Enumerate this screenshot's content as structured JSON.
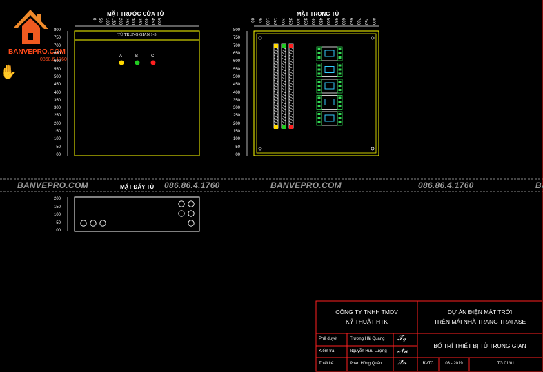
{
  "logo": {
    "brand": "BANVEPRO.COM",
    "phone": "0868.6.1760"
  },
  "views": {
    "front_title": "MẶT TRƯỚC CỬA TỦ",
    "inside_title": "MẶT TRONG TỦ",
    "bottom_title": "MẶT ĐÁY TỦ",
    "cabinet_label": "TỦ TRUNG GIAN 1-3",
    "phase_labels": [
      "A",
      "B",
      "C"
    ]
  },
  "rulers": {
    "vertical": [
      "800",
      "750",
      "700",
      "650",
      "600",
      "550",
      "500",
      "450",
      "400",
      "350",
      "300",
      "250",
      "200",
      "150",
      "100",
      "50",
      "00"
    ],
    "front_top": [
      "0",
      "50",
      "100",
      "150",
      "200",
      "250",
      "300",
      "350",
      "400",
      "450",
      "500"
    ],
    "inside_top": [
      "00",
      "50",
      "100",
      "150",
      "200",
      "250",
      "300",
      "350",
      "400",
      "450",
      "500",
      "550",
      "600",
      "650",
      "700",
      "750",
      "800"
    ],
    "bottom": [
      "200",
      "150",
      "100",
      "50",
      "00"
    ]
  },
  "watermark": {
    "site": "BANVEPRO.COM",
    "phone": "086.86.4.1760",
    "edge": "BA"
  },
  "title_block": {
    "company_line1": "CÔNG TY TNHH TMDV",
    "company_line2": "KỸ THUẬT HTK",
    "project_line1": "DỰ ÁN ĐIỆN MẶT TRỜI",
    "project_line2": "TRÊN MÁI NHÀ TRANG TRẠI ASE",
    "drawing_title": "BỐ TRÍ THIẾT BỊ TỦ TRUNG GIAN",
    "rows": [
      {
        "role": "Phê duyệt",
        "name": "Trương Hải Quang"
      },
      {
        "role": "Kiểm tra",
        "name": "Nguyễn Hữu Lượng"
      },
      {
        "role": "Thiết kế",
        "name": "Phan Hồng Quân"
      }
    ],
    "stage": "BVTC",
    "date": "03 - 2019",
    "sheet": "TG.01/01"
  },
  "colors": {
    "frame": "#ffff00",
    "title_block": "#ff2020",
    "phase_a": "#ffd800",
    "phase_b": "#22cc22",
    "phase_c": "#ff2020",
    "device": "#33dd55",
    "device_window": "#33ccff"
  }
}
